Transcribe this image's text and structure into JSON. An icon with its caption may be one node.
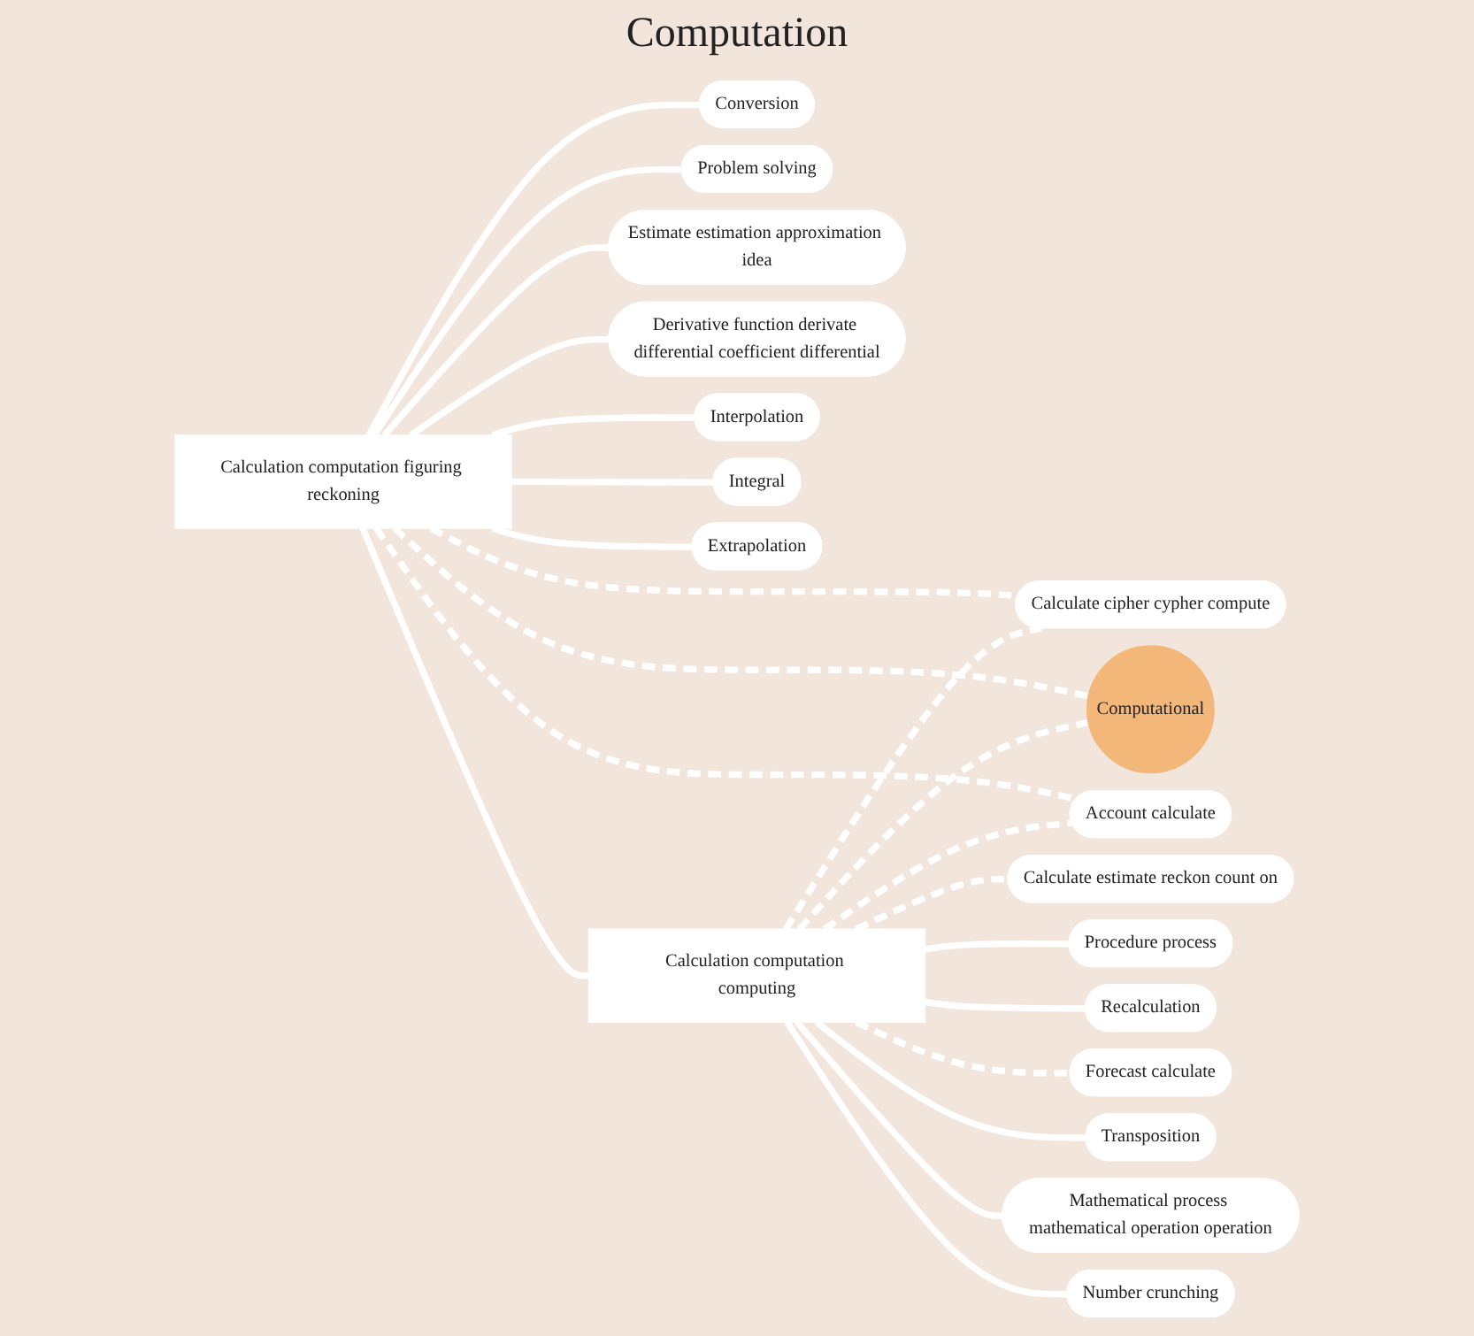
{
  "diagram": {
    "title": "Computation",
    "nodes": [
      {
        "text": [
          "Conversion"
        ]
      },
      {
        "text": [
          "Problem solving"
        ]
      },
      {
        "text": [
          "Estimate estimation approximation idea"
        ]
      },
      {
        "text": [
          "Derivative function derivate differential coefficient differential"
        ]
      },
      {
        "text": [
          "Interpolation"
        ]
      },
      {
        "text": [
          "Calculation computation figuring reckoning"
        ]
      },
      {
        "text": [
          "Calculate cipher cypher compute"
        ]
      },
      {
        "text": [
          "Integral"
        ]
      },
      {
        "text": [
          "Calculate estimate reckon count on"
        ]
      },
      {
        "text": [
          "Extrapolation"
        ]
      },
      {
        "text": [
          "Computational"
        ]
      },
      {
        "text": [
          "Procedure process"
        ]
      },
      {
        "text": [
          "Account calculate"
        ]
      },
      {
        "text": [
          "Calculation computation computing"
        ]
      },
      {
        "text": [
          "Recalculation"
        ]
      },
      {
        "text": [
          "Forecast calculate"
        ]
      },
      {
        "text": [
          "Number crunching"
        ]
      },
      {
        "text": [
          "Transposition"
        ]
      },
      {
        "text": [
          "Mathematical process mathematical operation operation"
        ]
      }
    ],
    "edges": [
      {
        "from": 5,
        "to": 0,
        "arrow": "none"
      },
      {
        "from": 5,
        "to": 1,
        "arrow": "none"
      },
      {
        "from": 5,
        "to": 2,
        "arrow": "none"
      },
      {
        "from": 5,
        "to": 3,
        "arrow": "none"
      },
      {
        "from": 5,
        "to": 4,
        "arrow": "none"
      },
      {
        "from": 5,
        "to": 7,
        "arrow": "none"
      },
      {
        "from": 5,
        "to": 9,
        "arrow": "none"
      },
      {
        "from": 5,
        "to": 6,
        "arrow": "none",
        "style": "dashed"
      },
      {
        "from": 5,
        "to": 10,
        "arrow": "none",
        "style": "dashed"
      },
      {
        "from": 5,
        "to": 12,
        "arrow": "none",
        "style": "dashed"
      },
      {
        "from": 5,
        "to": 13,
        "arrow": "none"
      },
      {
        "from": 13,
        "to": 8,
        "arrow": "none",
        "style": "dashed"
      },
      {
        "from": 13,
        "to": 6,
        "arrow": "none",
        "style": "dashed"
      },
      {
        "from": 13,
        "to": 11,
        "arrow": "none"
      },
      {
        "from": 13,
        "to": 14,
        "arrow": "none"
      },
      {
        "from": 13,
        "to": 15,
        "arrow": "none",
        "style": "dashed"
      },
      {
        "from": 13,
        "to": 17,
        "arrow": "none"
      },
      {
        "from": 13,
        "to": 18,
        "arrow": "none"
      },
      {
        "from": 13,
        "to": 16,
        "arrow": "none"
      },
      {
        "from": 13,
        "to": 12,
        "arrow": "none",
        "style": "dashed"
      },
      {
        "from": 13,
        "to": 10,
        "arrow": "none",
        "style": "dashed"
      }
    ]
  }
}
